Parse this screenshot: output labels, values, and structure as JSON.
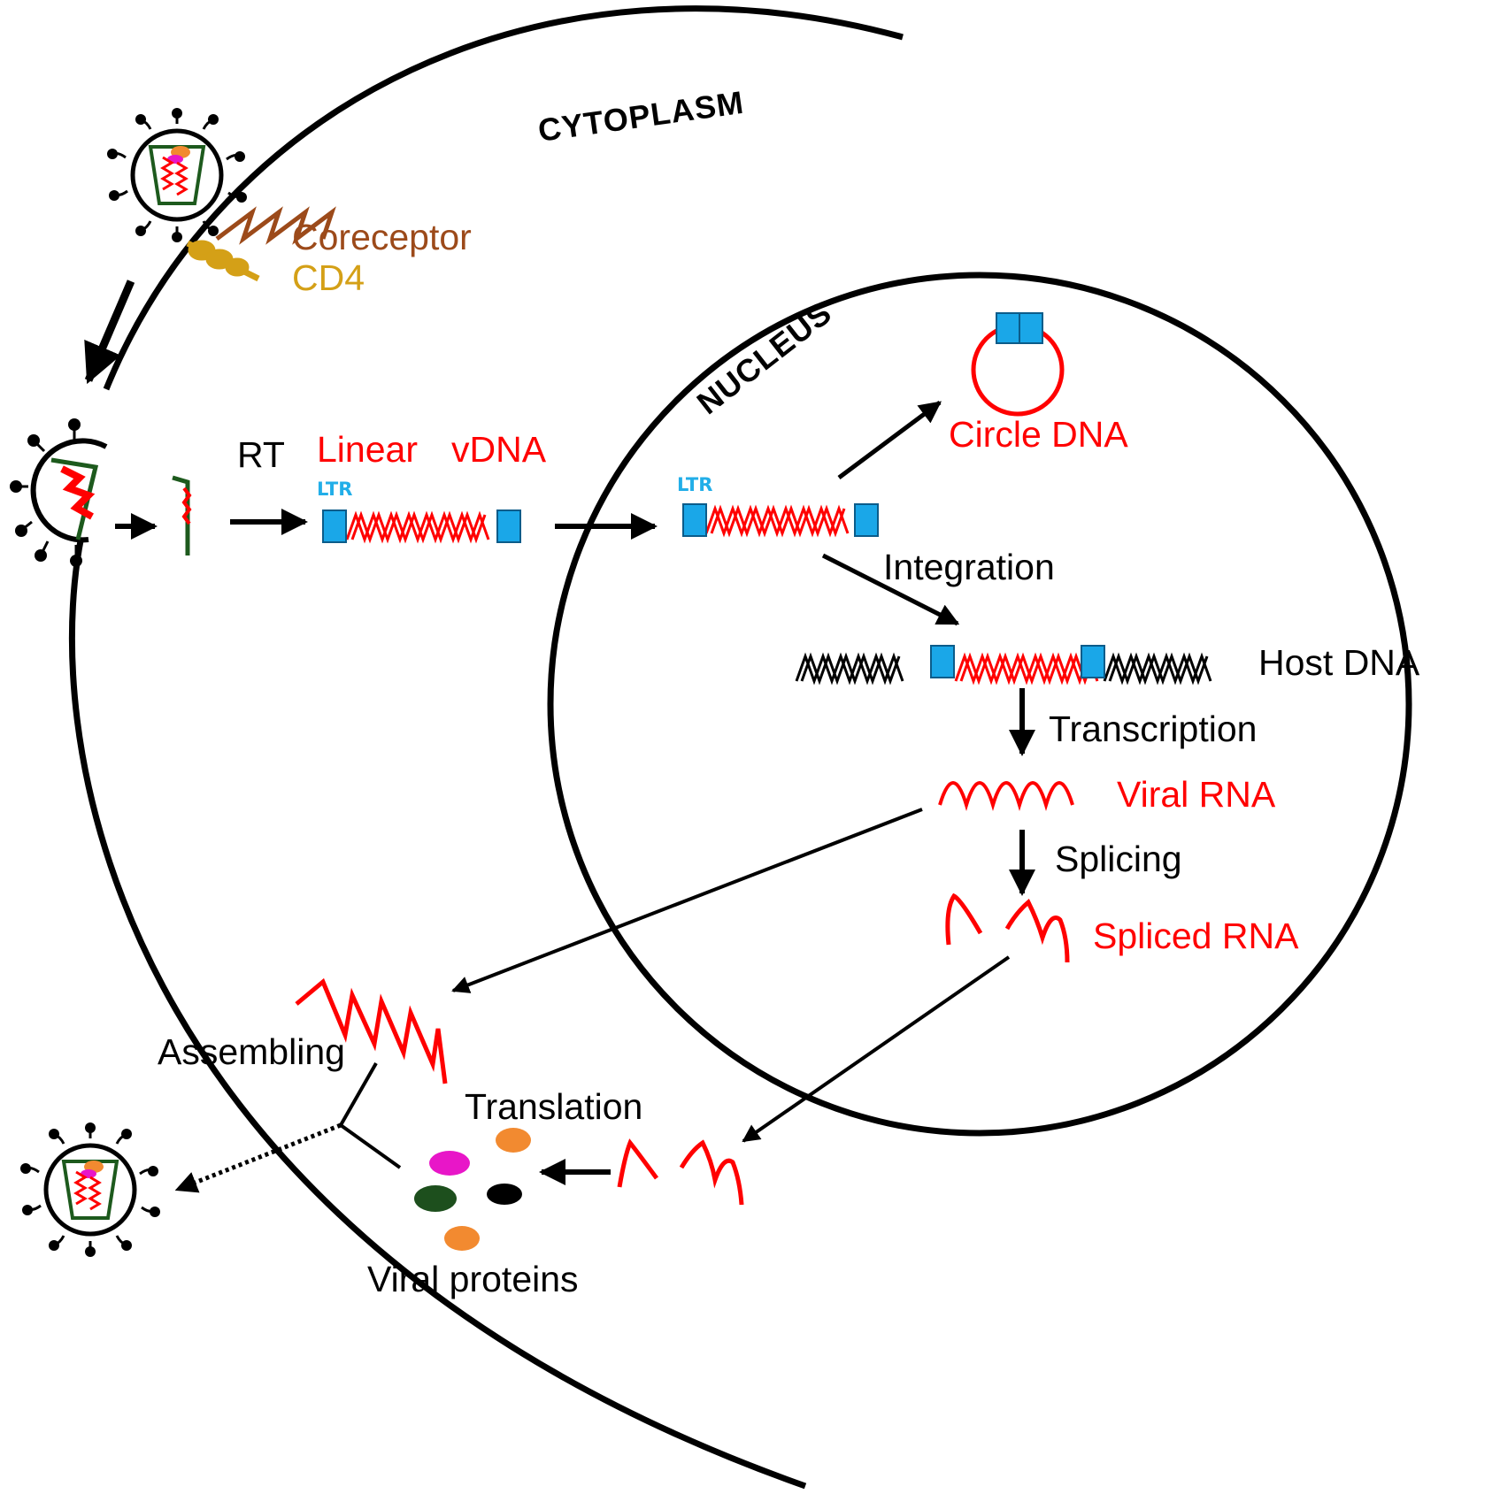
{
  "labels": {
    "cytoplasm": "CYTOPLASM",
    "nucleus": "NUCLEUS",
    "coreceptor": "Coreceptor",
    "cd4": "CD4",
    "rt": "RT",
    "linear": "Linear",
    "vdna": "vDNA",
    "ltr_left": "LTR",
    "ltr_right": "LTR",
    "circle_dna": "Circle DNA",
    "integration": "Integration",
    "host_dna": "Host DNA",
    "transcription": "Transcription",
    "viral_rna": "Viral RNA",
    "splicing": "Splicing",
    "spliced_rna": "Spliced RNA",
    "assembling": "Assembling",
    "translation": "Translation",
    "viral_proteins": "Viral proteins"
  },
  "colors": {
    "outline": "#000000",
    "viral_red": "#ff0000",
    "ltr_blue": "#1aa7e8",
    "ltr_label_blue": "#22aee8",
    "coreceptor_brown": "#9c4a1a",
    "cd4_gold": "#d4a017",
    "capsid_green": "#1d5a1d",
    "protein_magenta": "#e816c8",
    "protein_orange": "#f28a30",
    "protein_darkgreen": "#1d4f1d",
    "protein_black": "#000000"
  }
}
